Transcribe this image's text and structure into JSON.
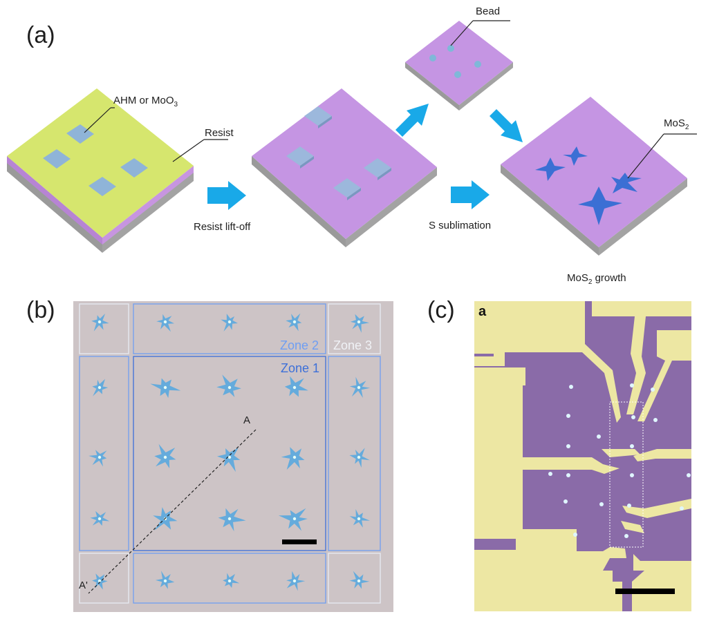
{
  "panels": {
    "a": "(a)",
    "b": "(b)",
    "c": "(c)"
  },
  "diagram_a": {
    "label_ahm": "AHM or MoO",
    "label_ahm_sub": "3",
    "label_resist": "Resist",
    "label_bead": "Bead",
    "label_mos2": "MoS",
    "label_mos2_sub": "2",
    "step_liftoff": "Resist lift-off",
    "step_sulfur": "S sublimation",
    "growth_text_pre": "MoS",
    "growth_text_sub": "2",
    "growth_text_post": " growth"
  },
  "panel_b": {
    "zone1": "Zone 1",
    "zone2": "Zone 2",
    "zone3": "Zone 3",
    "point_a": "A",
    "point_a_prime": "A'"
  },
  "panel_c": {
    "corner_label": "a"
  },
  "colors": {
    "resist_yellow": "#d6e66e",
    "substrate_purple": "#c08be0",
    "square_blue": "#8fb4d8",
    "arrow_blue": "#19a9e8",
    "mos2_blue": "#3b6fd4",
    "zone1_blue": "#3c6fd8",
    "zone2_blue": "#6f9ef2",
    "zone3_white": "#e8ecf4",
    "gold": "#ede7a3",
    "chip_purple": "#8a6ba8"
  }
}
